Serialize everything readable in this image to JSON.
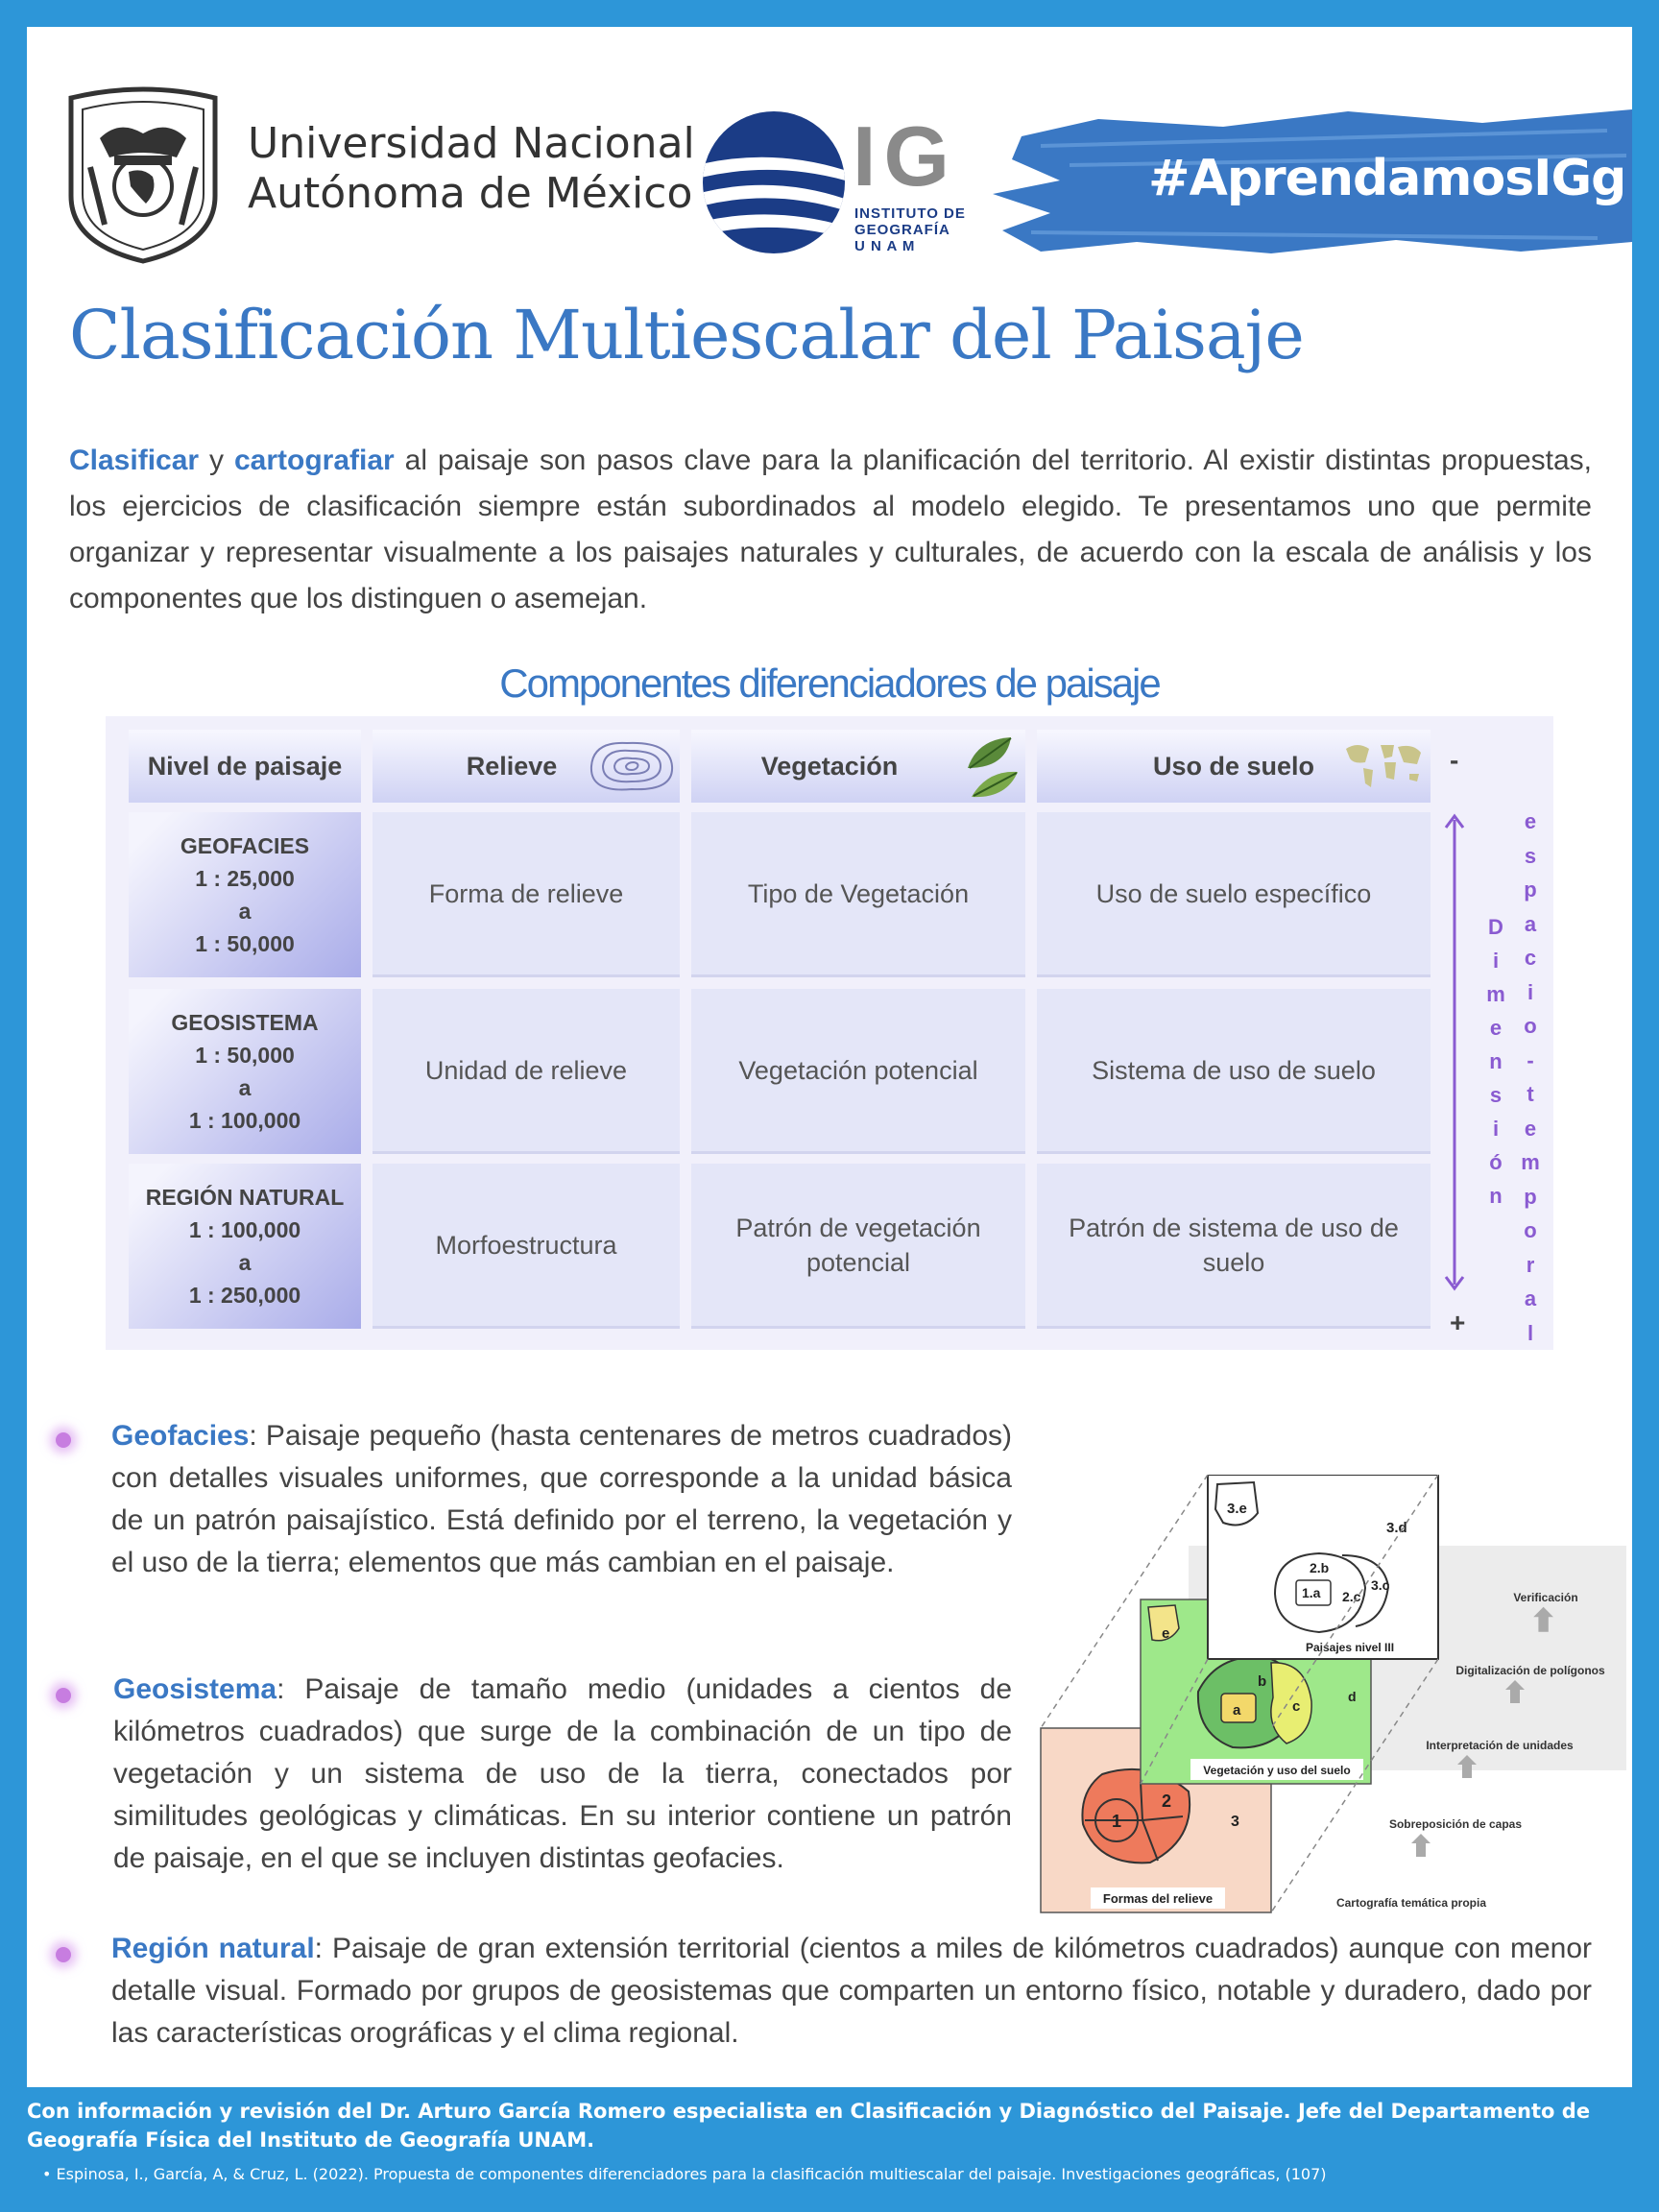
{
  "header": {
    "unam_name_line1": "Universidad Nacional",
    "unam_name_line2": "Autónoma de México",
    "ig_letters": "IG",
    "ig_sub_line1": "INSTITUTO DE",
    "ig_sub_line2": "GEOGRAFÍA",
    "ig_sub_line3": "U N A M",
    "hashtag": "#AprendamosIGg"
  },
  "title": "Clasificación Multiescalar del Paisaje",
  "intro": {
    "word1": "Clasificar",
    "join": " y ",
    "word2": "cartografiar",
    "rest": " al paisaje son pasos clave para la planificación del territorio. Al existir distintas propuestas, los ejercicios de clasificación siempre están subordinados al modelo elegido. Te presentamos uno que permite organizar y representar visualmente a los paisajes naturales y culturales, de acuerdo con la escala de análisis y los componentes que los distinguen o asemejan."
  },
  "table": {
    "title": "Componentes diferenciadores de paisaje",
    "headers": [
      "Nivel de paisaje",
      "Relieve",
      "Vegetación",
      "Uso de suelo"
    ],
    "rows": [
      {
        "level": "GEOFACIES",
        "scale_from": "1 : 25,000",
        "connector": "a",
        "scale_to": "1 : 50,000",
        "relieve": "Forma de relieve",
        "vegetacion": "Tipo de Vegetación",
        "uso": "Uso de suelo específico"
      },
      {
        "level": "GEOSISTEMA",
        "scale_from": "1 : 50,000",
        "connector": "a",
        "scale_to": "1 : 100,000",
        "relieve": "Unidad de relieve",
        "vegetacion": "Vegetación potencial",
        "uso": "Sistema de uso de suelo"
      },
      {
        "level": "REGIÓN NATURAL",
        "scale_from": "1 : 100,000",
        "connector": "a",
        "scale_to": "1 : 250,000",
        "relieve": "Morfoestructura",
        "vegetacion": "Patrón de vegetación potencial",
        "uso": "Patrón de sistema de uso de suelo"
      }
    ],
    "axis_minus": "-",
    "axis_plus": "+",
    "axis_label_1": [
      "D",
      "i",
      "m",
      "e",
      "n",
      "s",
      "i",
      "ó",
      "n"
    ],
    "axis_label_2": [
      "e",
      "s",
      "p",
      "a",
      "c",
      "i",
      "o",
      "-",
      "t",
      "e",
      "m",
      "p",
      "o",
      "r",
      "a",
      "l"
    ],
    "accent_color": "#8a5bd1"
  },
  "definitions": [
    {
      "term": "Geofacies",
      "text": ": Paisaje pequeño (hasta centenares de metros cuadrados) con detalles visuales uniformes, que corresponde a la unidad básica de un patrón paisajístico. Está definido por el terreno, la vegetación y el uso de la tierra; elementos que más cambian en el paisaje."
    },
    {
      "term": "Geosistema",
      "text": ": Paisaje de tamaño medio (unidades a cientos de kilómetros cuadrados) que surge de la combinación de un tipo de vegetación y un sistema de uso de la tierra, conectados por similitudes geológicas y climáticas. En su interior contiene un patrón de paisaje, en el que se incluyen distintas geofacies."
    },
    {
      "term": "Región natural",
      "text": ": Paisaje de gran extensión territorial (cientos a miles de kilómetros cuadrados) aunque con menor detalle visual. Formado por grupos de geosistemas que comparten un entorno físico, notable y duradero, dado por las características orográficas y el clima regional."
    }
  ],
  "diagram": {
    "layer_top_label": "Paisajes nivel III",
    "layer_mid_label": "Vegetación y uso del suelo",
    "layer_bottom_label": "Formas del relieve",
    "top_units": [
      "3.e",
      "3.d",
      "2.b",
      "1.a",
      "2.c",
      "3.c"
    ],
    "mid_units": [
      "e",
      "b",
      "a",
      "c",
      "d"
    ],
    "bottom_units": [
      "1",
      "2",
      "3"
    ],
    "steps": [
      "Verificación",
      "Digitalización de polígonos",
      "Interpretación de unidades",
      "Sobreposición de capas",
      "Cartografía temática propia"
    ]
  },
  "footer": {
    "credit": "Con información y revisión del Dr. Arturo García Romero especialista en Clasificación y Diagnóstico del Paisaje. Jefe del Departamento de Geografía Física del Instituto de Geografía UNAM.",
    "reference": "• Espinosa, I., García, A, & Cruz, L. (2022). Propuesta de componentes diferenciadores para la clasificación multiescalar del paisaje. Investigaciones geográficas, (107)"
  }
}
